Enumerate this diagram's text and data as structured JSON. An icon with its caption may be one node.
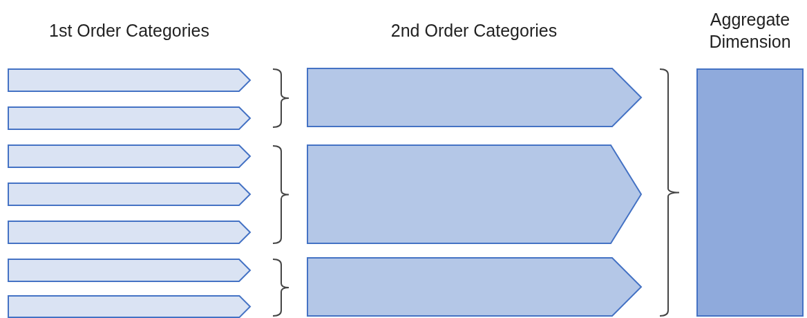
{
  "diagram": {
    "nodes": [
      {
        "text": [],
        "shape": "arrow"
      },
      {
        "text": [],
        "shape": "arrow"
      },
      {
        "text": [],
        "shape": "arrow"
      },
      {
        "text": [],
        "shape": "arrow"
      },
      {
        "text": [],
        "shape": "arrow"
      },
      {
        "text": [],
        "shape": "arrow"
      },
      {
        "text": [],
        "shape": "arrow"
      },
      {
        "text": [],
        "shape": "arrow"
      },
      {
        "text": [],
        "shape": "arrow"
      },
      {
        "text": [],
        "shape": "arrow"
      },
      {
        "text": [
          "Aggregate Dimension"
        ]
      }
    ],
    "labels": [
      "1st Order Categories",
      "2nd Order Categories"
    ]
  }
}
